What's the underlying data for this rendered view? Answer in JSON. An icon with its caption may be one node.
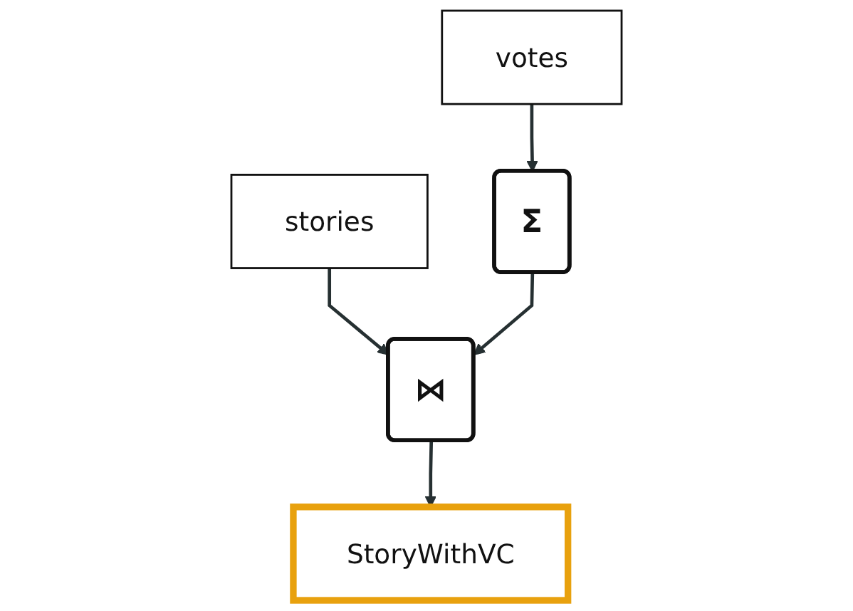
{
  "diagram": {
    "nodes": [
      {
        "text": [
          "stories"
        ]
      },
      {
        "text": [
          "votes"
        ]
      },
      {
        "text": [
          "Σ"
        ]
      },
      {
        "text": [
          "⋈"
        ]
      },
      {
        "text": [
          "StoryWithVC"
        ]
      }
    ],
    "edges": [
      {
        "from": 0,
        "to": 3,
        "arrow": "to"
      },
      {
        "from": 1,
        "to": 2,
        "arrow": "to"
      },
      {
        "from": 2,
        "to": 3,
        "arrow": "to"
      },
      {
        "from": 3,
        "to": 4,
        "arrow": "to"
      }
    ]
  }
}
